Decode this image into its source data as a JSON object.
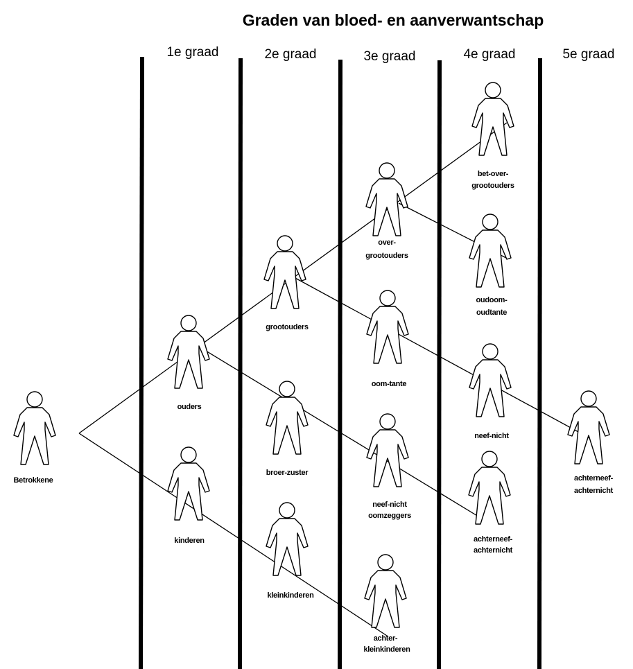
{
  "title": "Graden van bloed- en aanverwantschap",
  "degrees": [
    "1e graad",
    "2e graad",
    "3e graad",
    "4e graad",
    "5e graad"
  ],
  "persons": {
    "betrokkene": [
      "Betrokkene"
    ],
    "ouders": [
      "ouders"
    ],
    "kinderen": [
      "kinderen"
    ],
    "grootouders": [
      "grootouders"
    ],
    "broer_zuster": [
      "broer-zuster"
    ],
    "kleinkinderen": [
      "kleinkinderen"
    ],
    "overgrootouders": [
      "over-",
      "grootouders"
    ],
    "oom_tante": [
      "oom-tante"
    ],
    "neef_nicht_oomzeggers": [
      "neef-nicht",
      "oomzeggers"
    ],
    "achterkleinkinderen": [
      "achter-",
      "kleinkinderen"
    ],
    "betovergrootouders": [
      "bet-over-",
      "grootouders"
    ],
    "oudoom_oudtante": [
      "oudoom-",
      "oudtante"
    ],
    "neef_nicht": [
      "neef-nicht"
    ],
    "achterneef_4": [
      "achterneef-",
      "achternicht"
    ],
    "achterneef_5": [
      "achterneef-",
      "achternicht"
    ]
  }
}
